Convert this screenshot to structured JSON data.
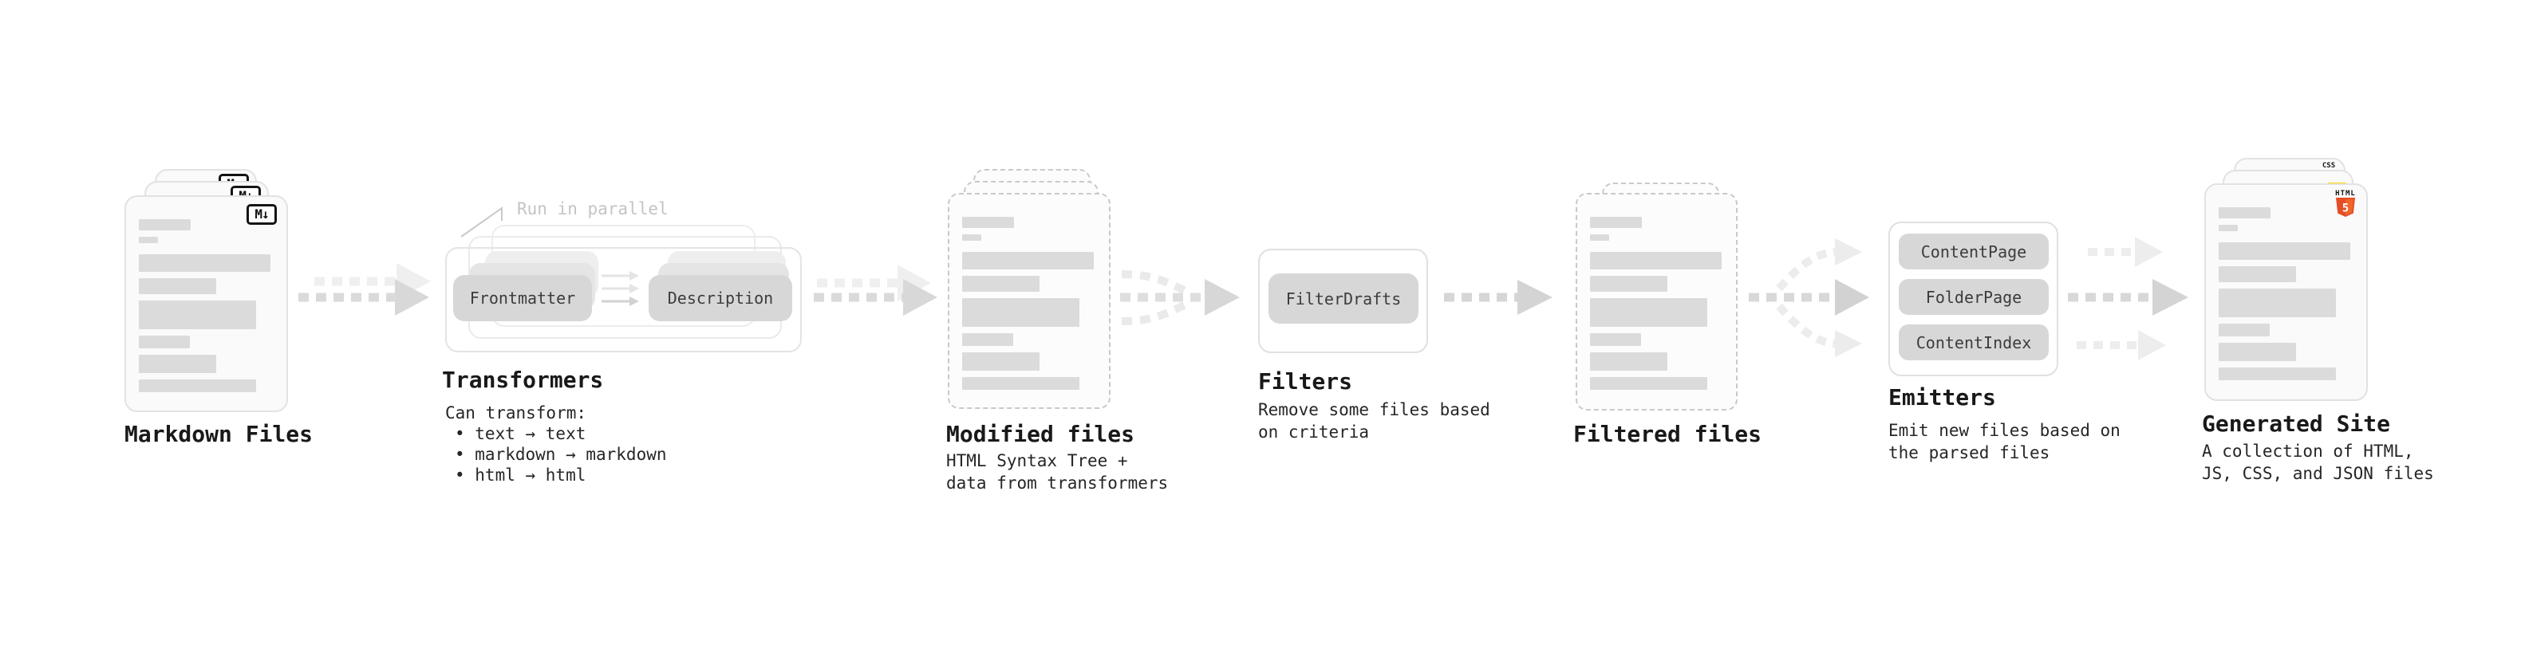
{
  "stages": {
    "markdown": {
      "label": "Markdown Files",
      "icon": "M↓"
    },
    "transformers": {
      "label": "Transformers",
      "annotation": "Run in parallel",
      "pills": {
        "a": "Frontmatter",
        "b": "Description"
      },
      "sub": "Can transform:",
      "bullets": {
        "b1": "• text → text",
        "b2": "• markdown → markdown",
        "b3": "• html → html"
      }
    },
    "modified": {
      "label": "Modified files",
      "sub1": "HTML Syntax Tree +",
      "sub2": "data from transformers"
    },
    "filters": {
      "label": "Filters",
      "pill": "FilterDrafts",
      "sub1": "Remove some files based",
      "sub2": "on criteria"
    },
    "filtered": {
      "label": "Filtered files"
    },
    "emitters": {
      "label": "Emitters",
      "pills": {
        "p1": "ContentPage",
        "p2": "FolderPage",
        "p3": "ContentIndex"
      },
      "sub1": "Emit new files based on",
      "sub2": "the parsed files"
    },
    "generated": {
      "label": "Generated Site",
      "sub1": "A collection of HTML,",
      "sub2": "JS, CSS, and JSON files",
      "badges": {
        "css": "CSS",
        "html": "HTML",
        "five": "5"
      }
    }
  },
  "colors": {
    "html5_orange": "#e44d26",
    "js_yellow": "#ffd600",
    "css_blue": "#2962ff",
    "pill_fill": "#d7d7d7",
    "bar_fill": "#dbdbdb",
    "annotation_gray": "#c4c4c4"
  }
}
